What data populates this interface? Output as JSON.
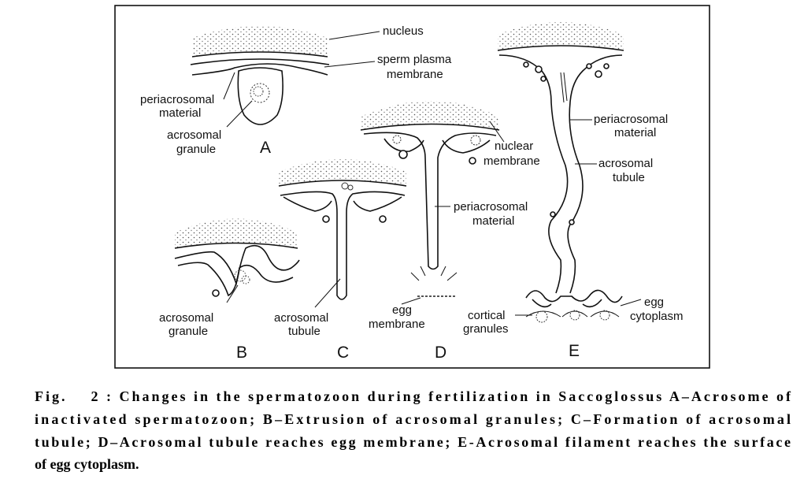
{
  "labels": {
    "nucleus": "nucleus",
    "sperm_plasma_line1": "sperm plasma",
    "sperm_plasma_line2": "membrane",
    "periacro_A_line1": "periacrosomal",
    "periacro_A_line2": "material",
    "acrogranule_A_line1": "acrosomal",
    "acrogranule_A_line2": "granule",
    "acrogranule_B_line1": "acrosomal",
    "acrogranule_B_line2": "granule",
    "acrotubule_C_line1": "acrosomal",
    "acrotubule_C_line2": "tubule",
    "nuclear_membrane_line1": "nuclear",
    "nuclear_membrane_line2": "membrane",
    "periacro_D_line1": "periacrosomal",
    "periacro_D_line2": "material",
    "egg_membrane_line1": "egg",
    "egg_membrane_line2": "membrane",
    "periacro_E_line1": "periacrosomal",
    "periacro_E_line2": "material",
    "acrotubule_E_line1": "acrosomal",
    "acrotubule_E_line2": "tubule",
    "cortical_line1": "cortical",
    "cortical_line2": "granules",
    "egg_cytoplasm_line1": "egg",
    "egg_cytoplasm_line2": "cytoplasm"
  },
  "panels": {
    "A": "A",
    "B": "B",
    "C": "C",
    "D": "D",
    "E": "E"
  },
  "caption": {
    "line1": "Fig.    2 : Changes in the spermatozoon during fertilization in Saccoglossus A–Acrosome of",
    "line2": "inactivated spermatozoon; B–Extrusion of acrosomal granules; C–Formation of acrosomal",
    "line3": "tubule; D–Acrosomal tubule reaches egg membrane; E-Acrosomal filament reaches the surface",
    "line4": "of egg cytoplasm."
  }
}
